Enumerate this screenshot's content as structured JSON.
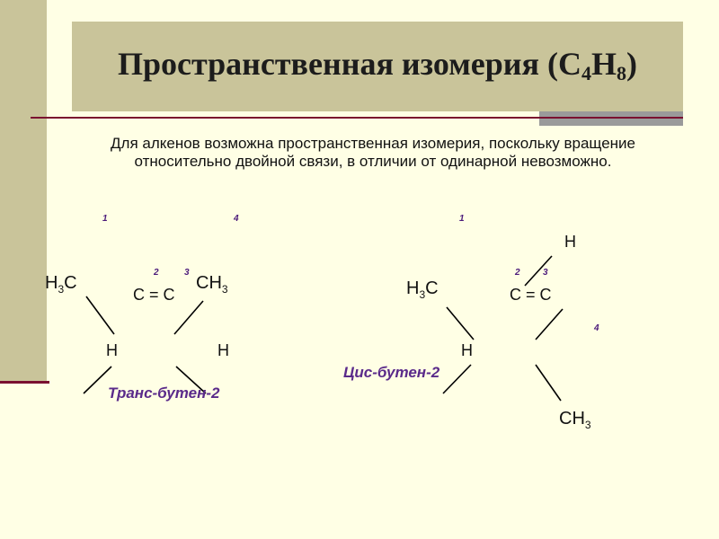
{
  "slide": {
    "title_main": "Пространственная изомерия (С",
    "title_sub1": "4",
    "title_mid": "Н",
    "title_sub2": "8",
    "title_end": ")",
    "description": "Для алкенов возможна пространственная изомерия, поскольку вращение относительно двойной связи, в отличии от одинарной невозможно."
  },
  "trans": {
    "num1": "1",
    "num2": "2",
    "num3": "3",
    "num4": "4",
    "h3c_h": "Н",
    "h3c_sub": "3",
    "h3c_c": "С",
    "double_bond": "С = С",
    "ch3_c": "СН",
    "ch3_sub": "3",
    "h_left": "Н",
    "h_right": "Н",
    "label": "Транс-бутен-2"
  },
  "cis": {
    "num1": "1",
    "num2": "2",
    "num3": "3",
    "num4": "4",
    "h_top": "Н",
    "h3c_h": "Н",
    "h3c_sub": "3",
    "h3c_c": "С",
    "double_bond": "С = С",
    "h_left": "Н",
    "ch3_c": "СН",
    "ch3_sub": "3",
    "label": "Цис-бутен-2"
  },
  "colors": {
    "background": "#ffffe5",
    "panel": "#c9c49a",
    "accent_line": "#7a1030",
    "label": "#5a2a8a"
  }
}
